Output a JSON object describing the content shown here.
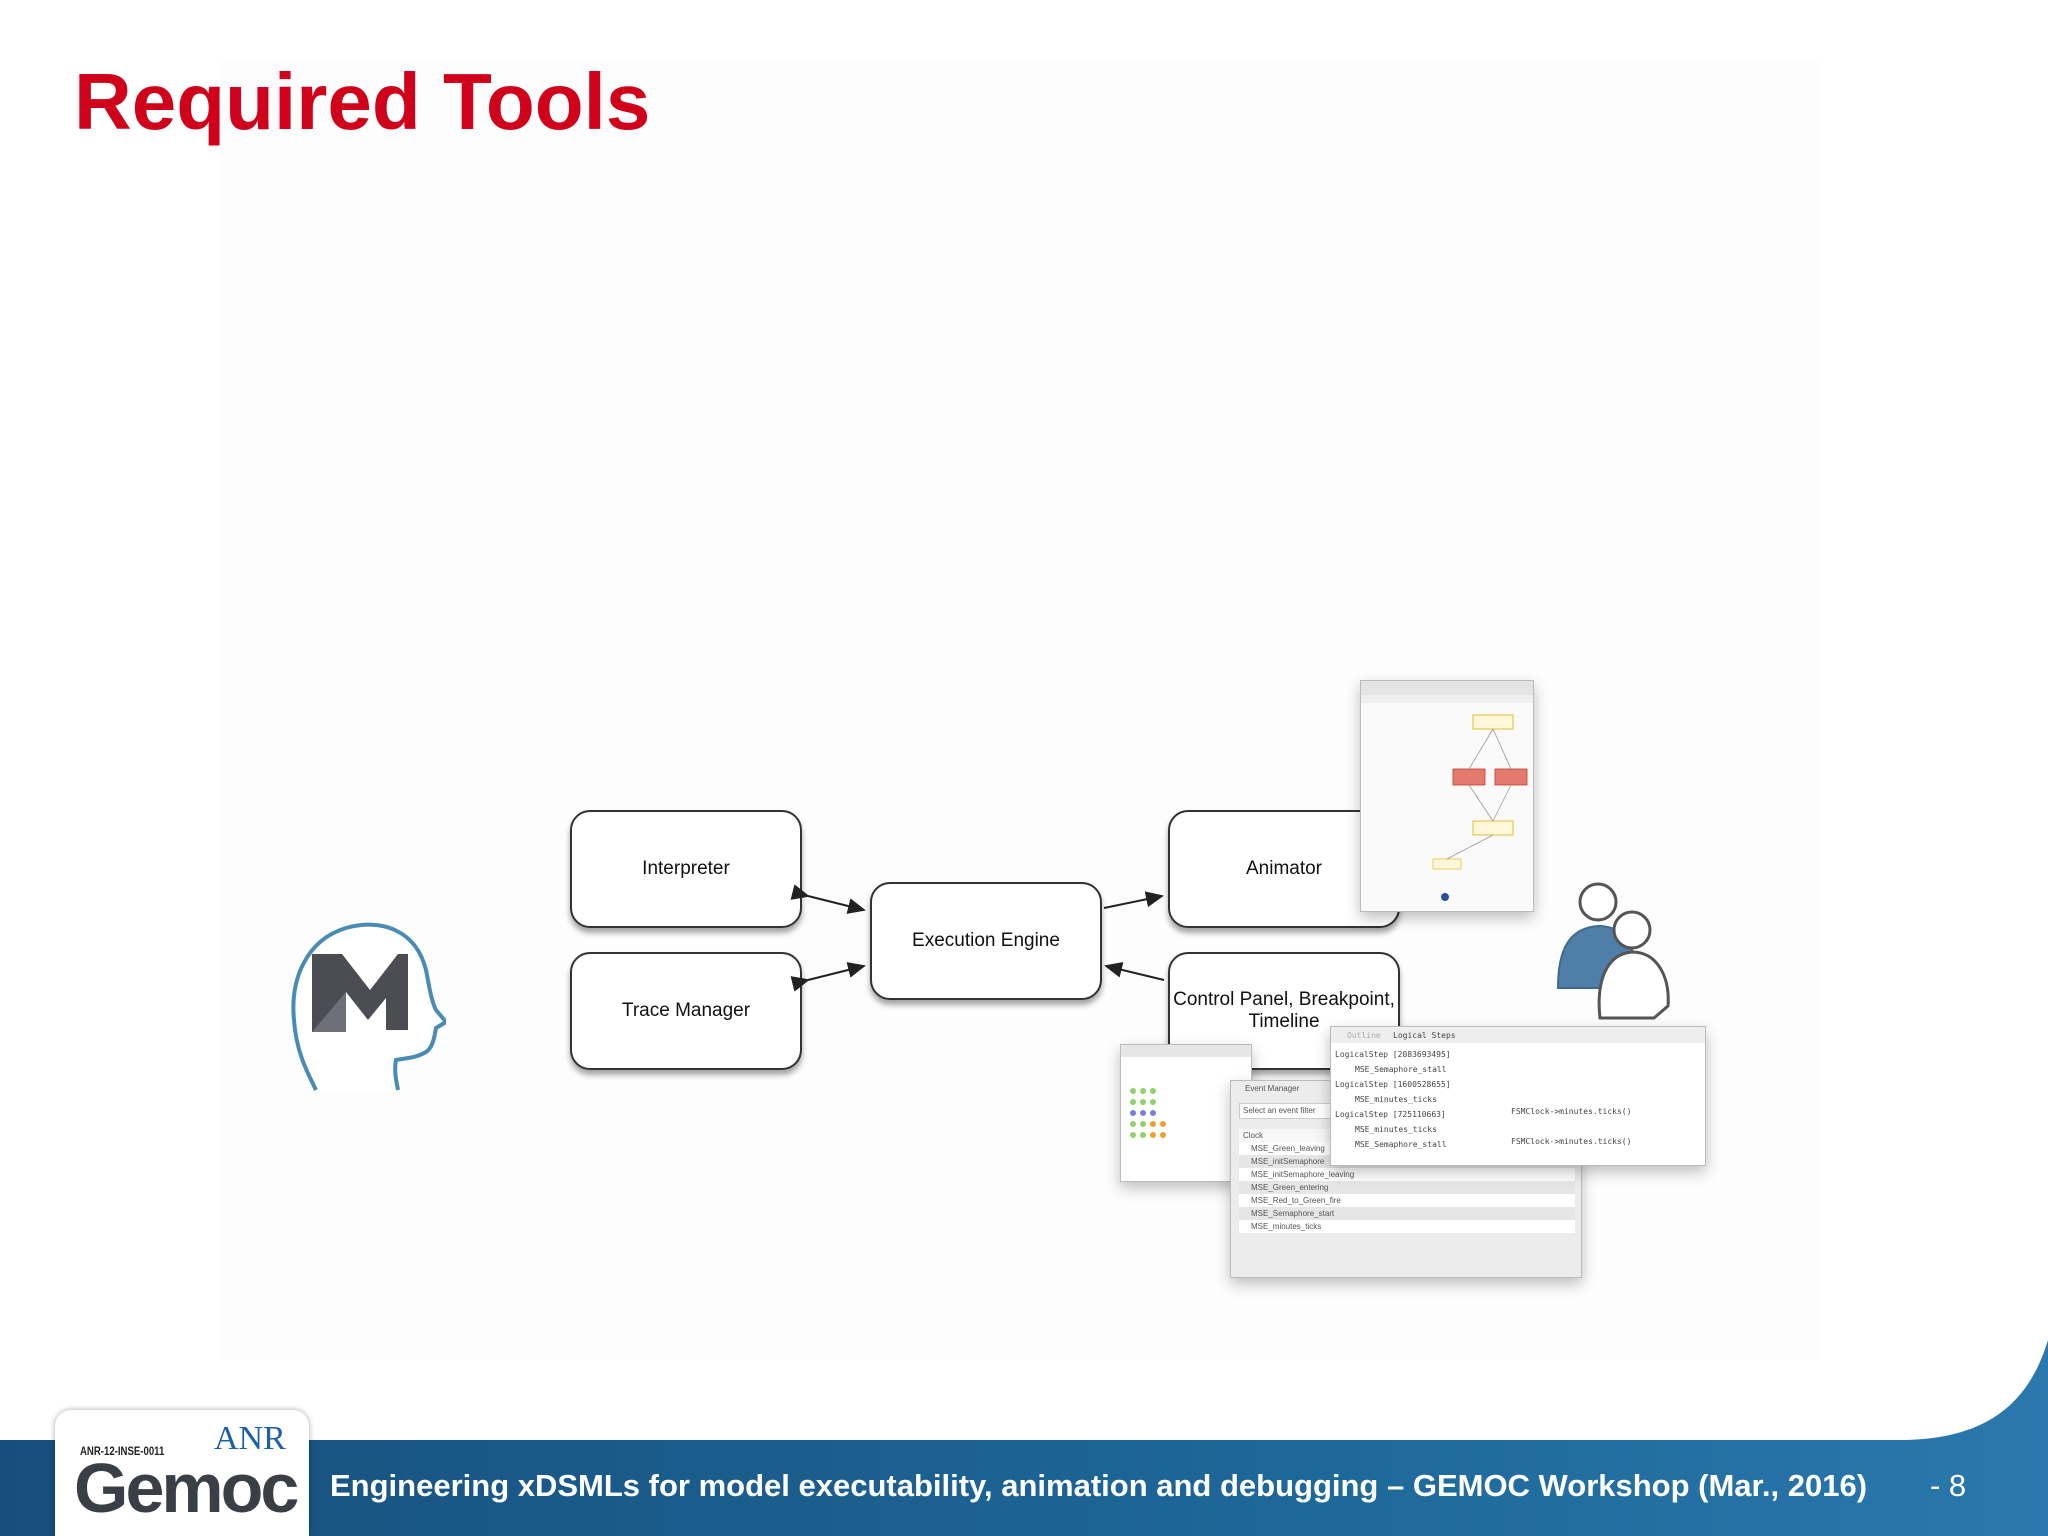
{
  "slide": {
    "title": "Required Tools",
    "page_number": "- 8"
  },
  "diagram": {
    "nodes": {
      "interpreter": "Interpreter",
      "trace_manager": "Trace Manager",
      "execution_engine": "Execution Engine",
      "animator": "Animator",
      "control_panel": "Control Panel, Breakpoint,\nTimeline"
    },
    "icons": [
      "modeler-head-icon",
      "users-icon"
    ]
  },
  "screenshots": {
    "logical_steps_tab": "Logical Steps",
    "outline_tab": "Outline",
    "event_manager_tab": "Event Manager",
    "event_filter_placeholder": "Select an event filter",
    "steps": [
      "LogicalStep [2083693495]",
      "MSE_Semaphore_stall",
      "LogicalStep [1600528655]",
      "MSE_minutes_ticks",
      "LogicalStep [725110663]",
      "MSE_minutes_ticks",
      "MSE_Semaphore_stall"
    ],
    "step_detail": "FSMClock->minutes.ticks()",
    "events": [
      "Clock",
      "MSE_Green_leaving",
      "MSE_initSemaphore",
      "MSE_initSemaphore_leaving",
      "MSE_Green_entering",
      "MSE_Red_to_Green_fire",
      "MSE_Semaphore_start",
      "MSE_minutes_ticks"
    ]
  },
  "footer": {
    "text": "Engineering xDSMLs for model executability, animation and debugging – GEMOC Workshop (Mar., 2016)",
    "logo_grant": "ANR-12-INSE-0011",
    "logo_anr": "ANR",
    "logo_word": "Gemoc",
    "colors": {
      "band": "#1b5e8c",
      "band_light": "#2f7fb4"
    }
  }
}
